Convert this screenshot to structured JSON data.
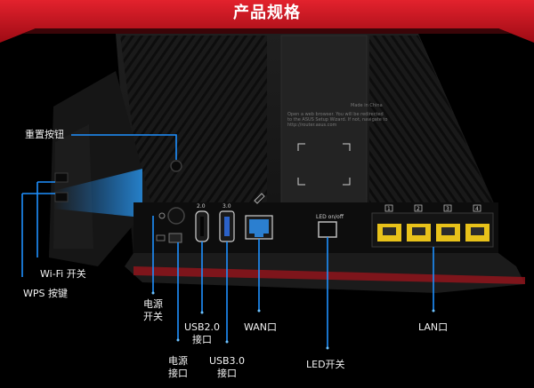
{
  "banner": {
    "title": "产品规格"
  },
  "device": {
    "sticker_made_in": "Made in China",
    "sticker_notice_line1": "Open a web browser. You will be redirected",
    "sticker_notice_line2": "to the ASUS Setup Wizard. If not, navigate to",
    "sticker_url": "http://router.asus.com",
    "led_label": "LED on/off",
    "usb2_mark": "2.0",
    "usb3_mark": "3.0",
    "lan_numbers": [
      "1",
      "2",
      "3",
      "4"
    ]
  },
  "callouts": {
    "reset": "重置按钮",
    "wifi": "Wi-Fi 开关",
    "wps": "WPS 按键",
    "power_switch_line1": "电源",
    "power_switch_line2": "开关",
    "power_port_line1": "电源",
    "power_port_line2": "接口",
    "usb2_line1": "USB2.0",
    "usb2_line2": "接口",
    "usb3_line1": "USB3.0",
    "usb3_line2": "接口",
    "wan": "WAN口",
    "led": "LED开关",
    "lan": "LAN口"
  },
  "colors": {
    "banner_red": "#c8101e",
    "callout_blue": "#1e90ff",
    "lan_yellow": "#e8c21a",
    "wan_blue": "#2b7fd0"
  }
}
